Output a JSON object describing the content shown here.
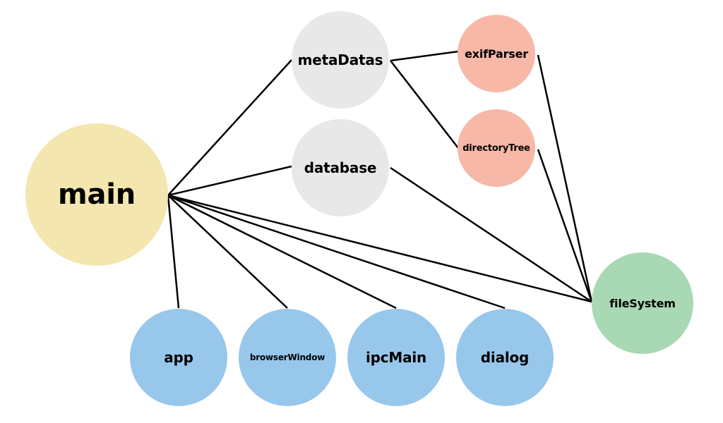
{
  "colors": {
    "core": "#F3E6AF",
    "module": "#E8E8E8",
    "helper": "#F7B8A8",
    "electron": "#98C7EC",
    "node": "#A9D9B4",
    "edge": "#000000"
  },
  "nodes": [
    {
      "id": "main",
      "label": "main",
      "group": "core"
    },
    {
      "id": "metaDatas",
      "label": "metaDatas",
      "group": "module"
    },
    {
      "id": "database",
      "label": "database",
      "group": "module"
    },
    {
      "id": "exifParser",
      "label": "exifParser",
      "group": "helper"
    },
    {
      "id": "directoryTree",
      "label": "directoryTree",
      "group": "helper"
    },
    {
      "id": "fileSystem",
      "label": "fileSystem",
      "group": "node"
    },
    {
      "id": "app",
      "label": "app",
      "group": "electron"
    },
    {
      "id": "browserWindow",
      "label": "browserWindow",
      "group": "electron"
    },
    {
      "id": "ipcMain",
      "label": "ipcMain",
      "group": "electron"
    },
    {
      "id": "dialog",
      "label": "dialog",
      "group": "electron"
    }
  ],
  "edges": [
    {
      "from": "main",
      "to": "metaDatas"
    },
    {
      "from": "main",
      "to": "database"
    },
    {
      "from": "main",
      "to": "fileSystem"
    },
    {
      "from": "main",
      "to": "app"
    },
    {
      "from": "main",
      "to": "browserWindow"
    },
    {
      "from": "main",
      "to": "ipcMain"
    },
    {
      "from": "main",
      "to": "dialog"
    },
    {
      "from": "metaDatas",
      "to": "exifParser"
    },
    {
      "from": "metaDatas",
      "to": "directoryTree"
    },
    {
      "from": "exifParser",
      "to": "fileSystem"
    },
    {
      "from": "directoryTree",
      "to": "fileSystem"
    },
    {
      "from": "database",
      "to": "fileSystem"
    }
  ]
}
